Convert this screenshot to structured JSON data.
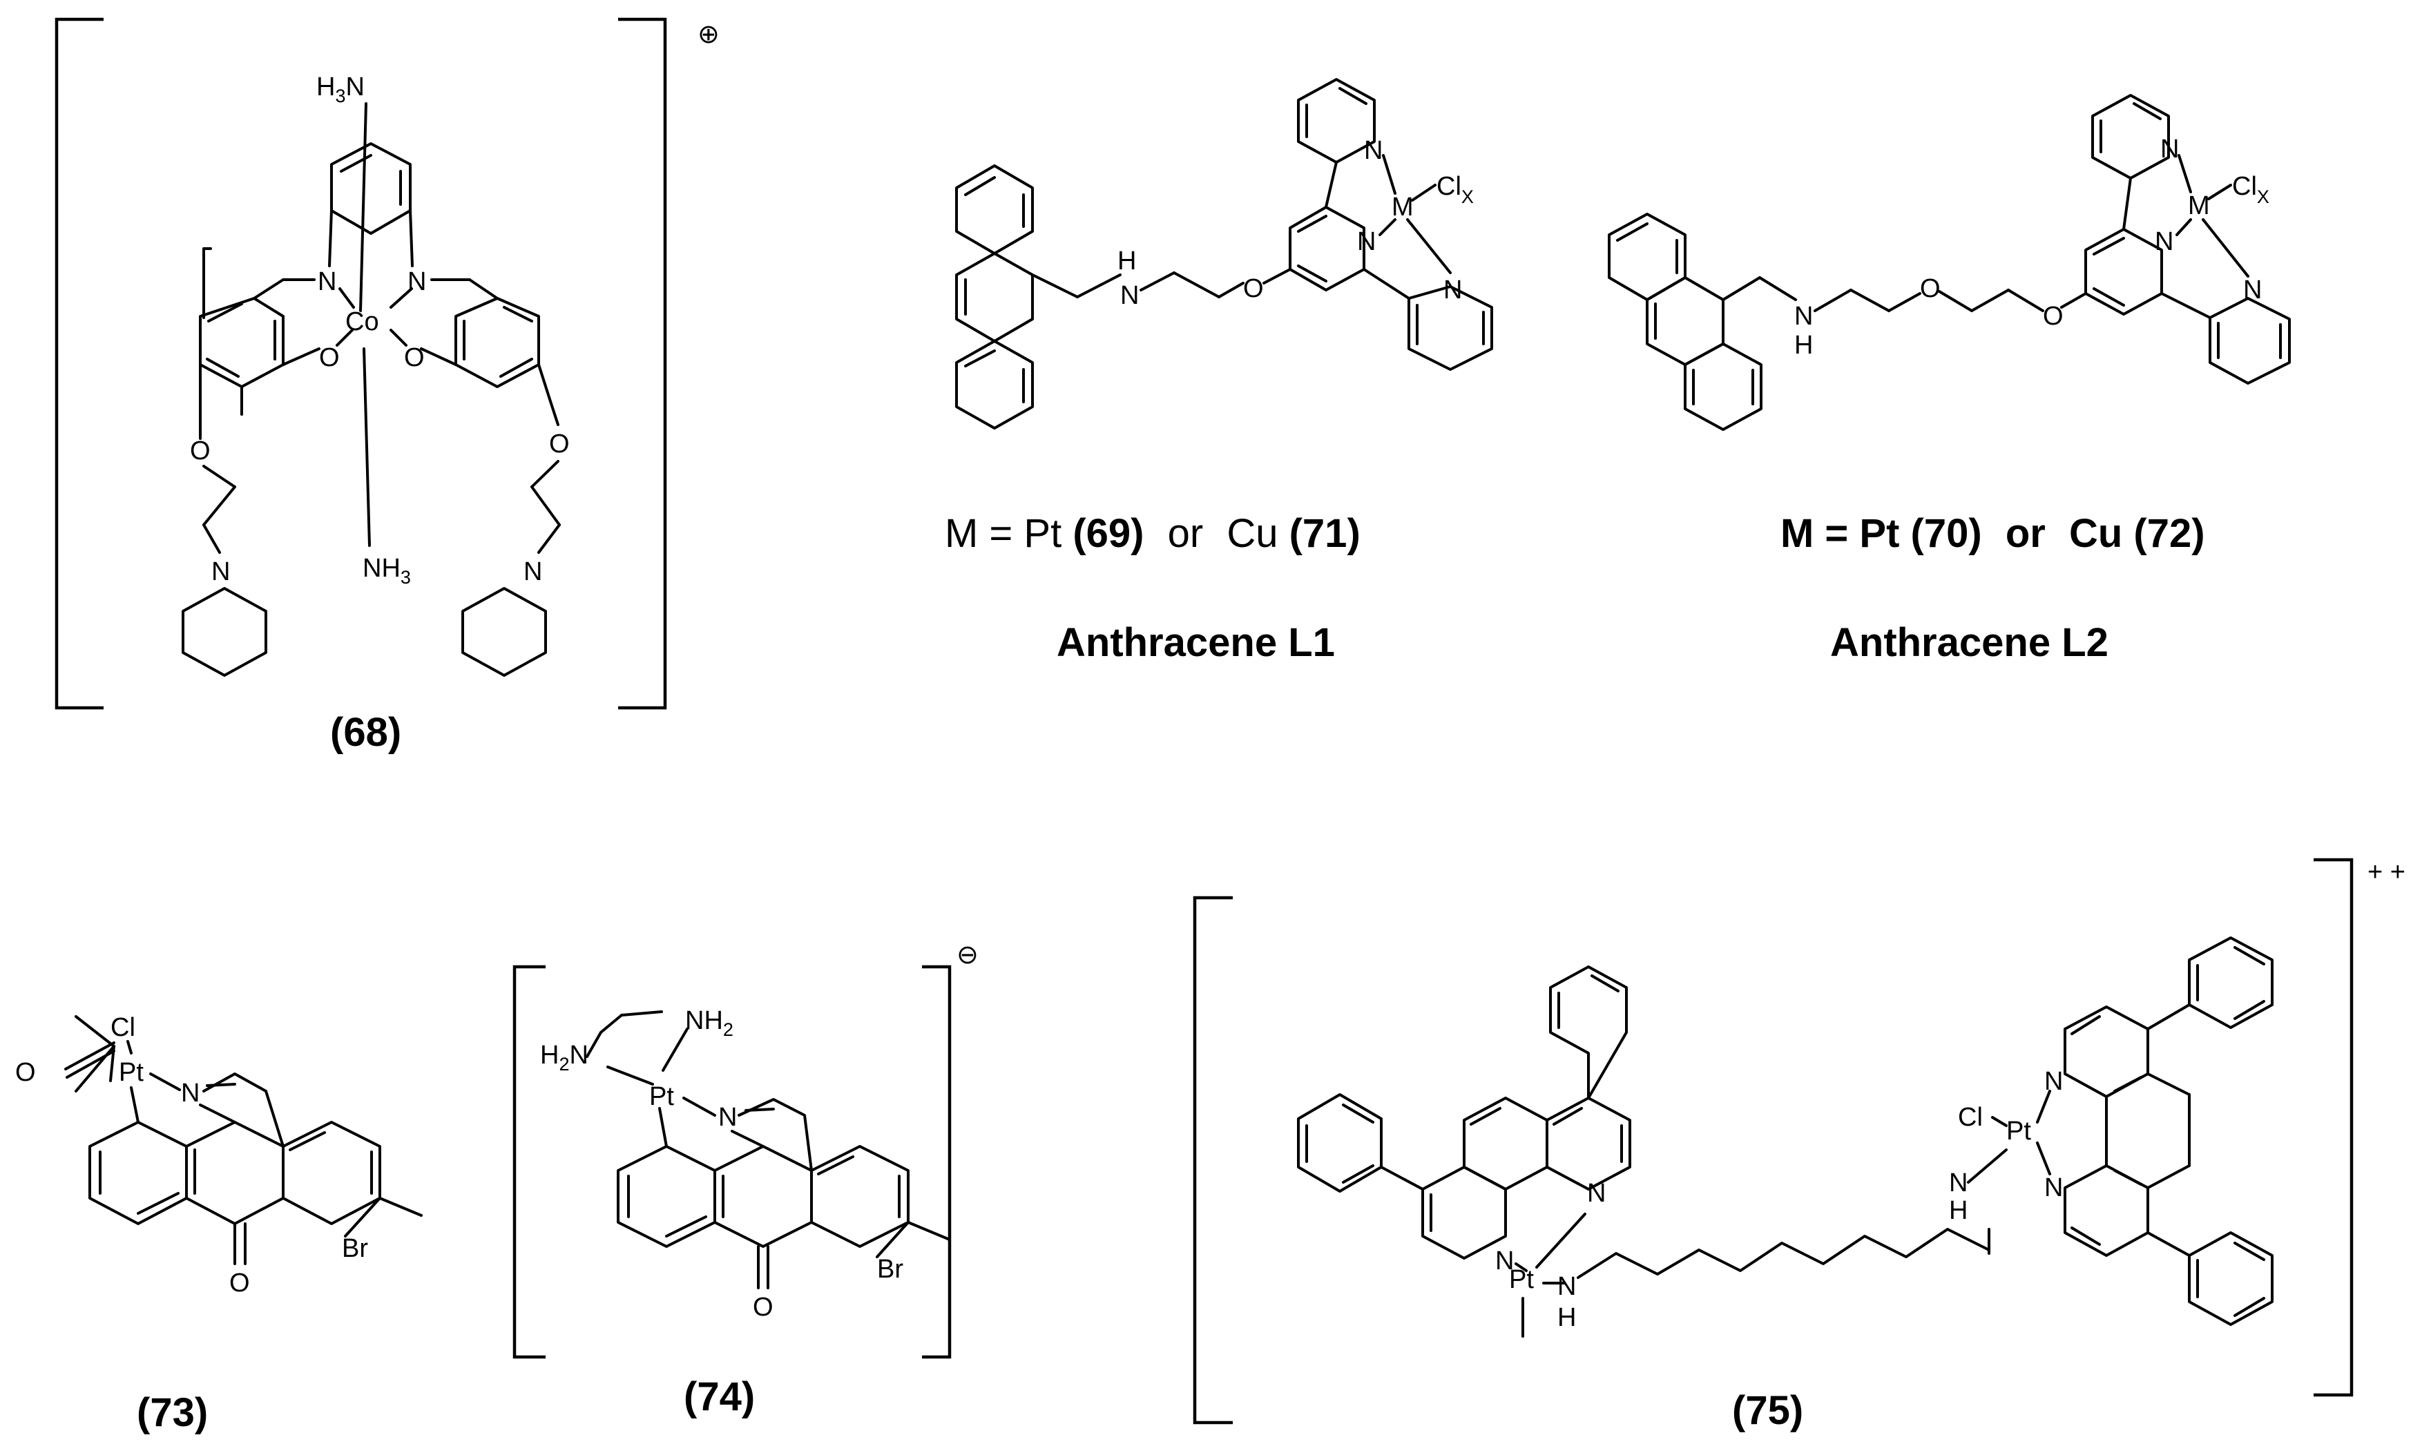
{
  "colors": {
    "ink": "#000000",
    "background": "#ffffff"
  },
  "compounds": {
    "c68": {
      "id": "(68)",
      "charge_symbol": "⊕"
    },
    "c69_72_l1": {
      "formula": "M = Pt",
      "num1": "(69)",
      "or": "or",
      "metal2": "Cu",
      "num2": "(71)",
      "ligand": "Anthracene L1"
    },
    "c70_72_l2": {
      "formula": "M = Pt",
      "num1": "(70)",
      "or": "or",
      "metal2": "Cu",
      "num2": "(72)",
      "ligand": "Anthracene L2"
    },
    "c73": {
      "id": "(73)"
    },
    "c74": {
      "id": "(74)",
      "charge_symbol": "⊖"
    },
    "c75": {
      "id": "(75)",
      "charge_symbol": "+ +"
    }
  },
  "atoms": {
    "H3N": "H3N",
    "NH3": "NH3",
    "Co": "Co",
    "N": "N",
    "O": "O",
    "H": "H",
    "M": "M",
    "Clx": "Clx",
    "Pt": "Pt",
    "Cl": "Cl",
    "Br": "Br",
    "NH2": "NH2",
    "H2N": "H2N",
    "NH": "NH"
  }
}
